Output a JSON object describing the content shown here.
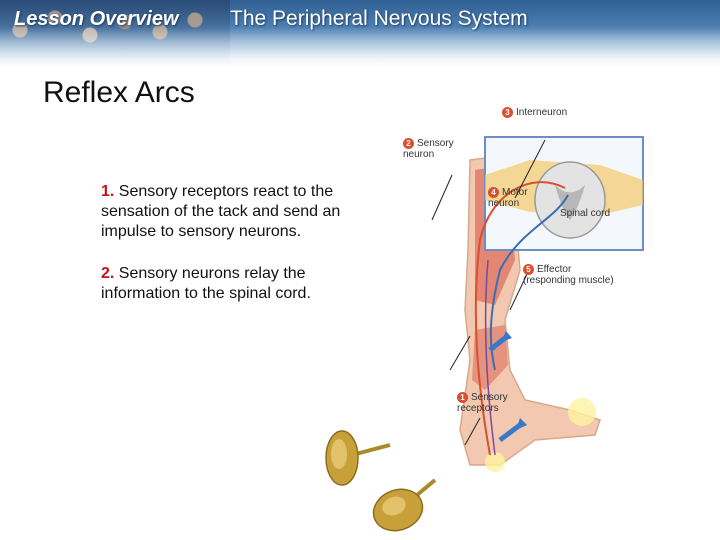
{
  "header": {
    "lesson_label": "Lesson Overview",
    "topic": "The Peripheral Nervous System"
  },
  "slide": {
    "title": "Reflex Arcs",
    "points": [
      {
        "number": "1.",
        "text": " Sensory receptors react to the sensation of the tack and send an impulse to sensory neurons."
      },
      {
        "number": "2.",
        "text": " Sensory neurons relay the information to the spinal cord."
      }
    ]
  },
  "figure": {
    "labels": {
      "interneuron": {
        "num": "3",
        "text": "Interneuron"
      },
      "sensory_neuron": {
        "num": "2",
        "text": "Sensory neuron"
      },
      "motor_neuron": {
        "num": "4",
        "text": "Motor neuron"
      },
      "spinal_cord": {
        "text": "Spinal cord"
      },
      "effector": {
        "num": "5",
        "text": "Effector",
        "sub": "(responding muscle)"
      },
      "sensory_receptors": {
        "num": "1",
        "text": "Sensory receptors"
      }
    },
    "colors": {
      "sensory_path": "#d9502e",
      "motor_path": "#3a6fb5",
      "leg_skin": "#f2c9b0",
      "muscle": "#e07a6a",
      "tack_gold": "#c8a03a",
      "spinal_box": "#6b8fc4"
    }
  }
}
